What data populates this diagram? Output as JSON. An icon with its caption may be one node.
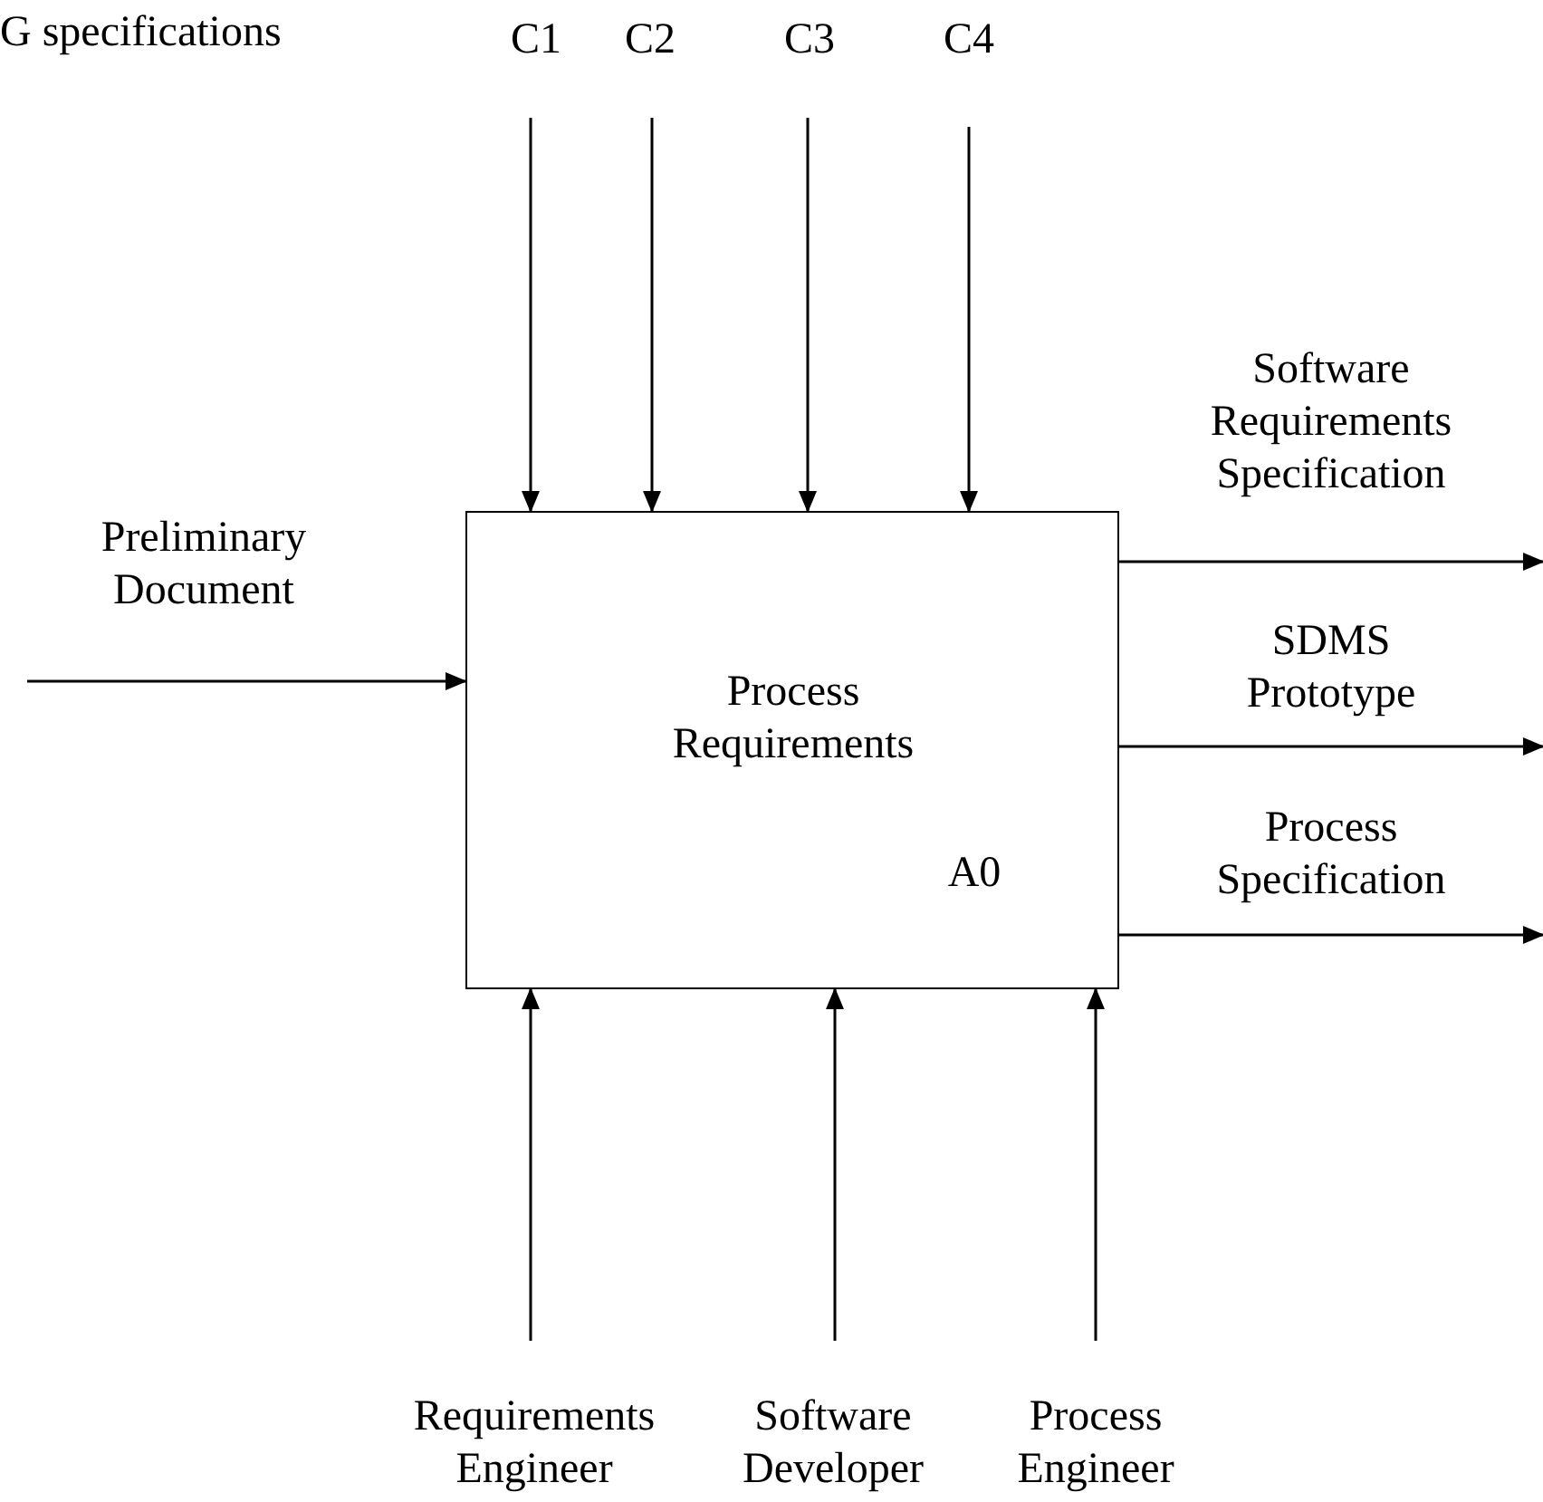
{
  "diagram": {
    "nodes": [
      {
        "text": [
          "Process Requirements",
          "A0"
        ]
      },
      {
        "text": [
          "C1"
        ]
      },
      {
        "text": [
          "C2"
        ]
      },
      {
        "text": [
          "C3"
        ]
      },
      {
        "text": [
          "C4"
        ]
      },
      {
        "text": [
          "Requirements Engineer"
        ]
      },
      {
        "text": [
          "Software Developer"
        ]
      },
      {
        "text": [
          "Process Engineer"
        ]
      }
    ],
    "edges": [
      {
        "from": 1,
        "to": 0,
        "arrow": "to"
      },
      {
        "from": 2,
        "to": 0,
        "arrow": "to"
      },
      {
        "from": 3,
        "to": 0,
        "arrow": "to"
      },
      {
        "from": 4,
        "to": 0,
        "arrow": "to"
      },
      {
        "from": null,
        "to": 0,
        "arrow": "to",
        "label": "Preliminary Document"
      },
      {
        "from": 0,
        "to": null,
        "arrow": "to",
        "label": "Software Requirements Specification"
      },
      {
        "from": 0,
        "to": null,
        "arrow": "to",
        "label": "SDMS Prototype"
      },
      {
        "from": 0,
        "to": null,
        "arrow": "to",
        "label": "Process Specification"
      },
      {
        "from": 5,
        "to": 0,
        "arrow": "to"
      },
      {
        "from": 6,
        "to": 0,
        "arrow": "to"
      },
      {
        "from": 7,
        "to": 0,
        "arrow": "to"
      }
    ],
    "labels": [
      "G specifications"
    ]
  }
}
